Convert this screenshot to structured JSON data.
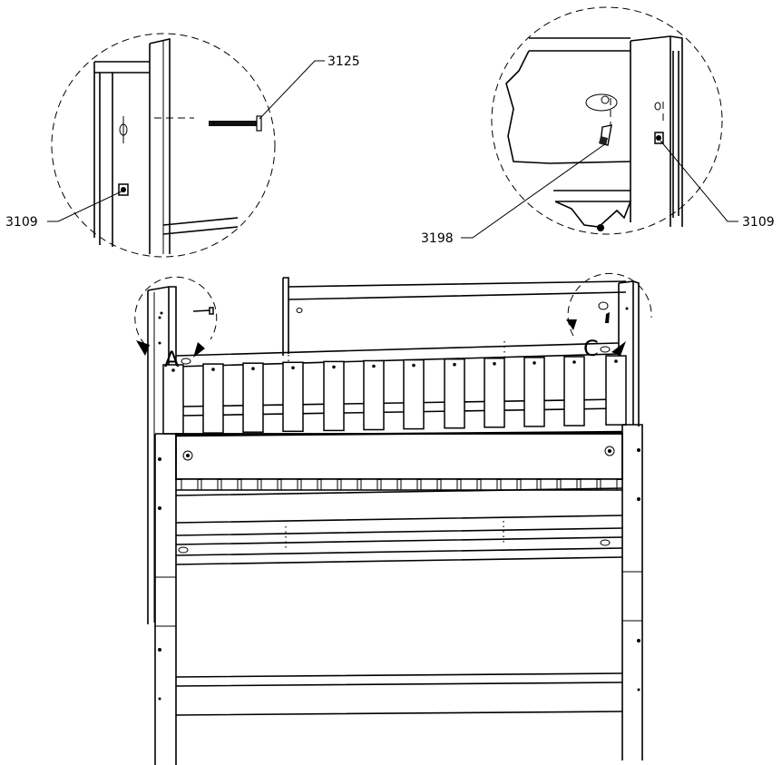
{
  "callouts": {
    "top_left_screw": "3125",
    "top_left_nut": "3109",
    "top_right_bracket": "3198",
    "top_right_nut": "3109"
  },
  "markers": {
    "a": "A",
    "c": "C"
  }
}
